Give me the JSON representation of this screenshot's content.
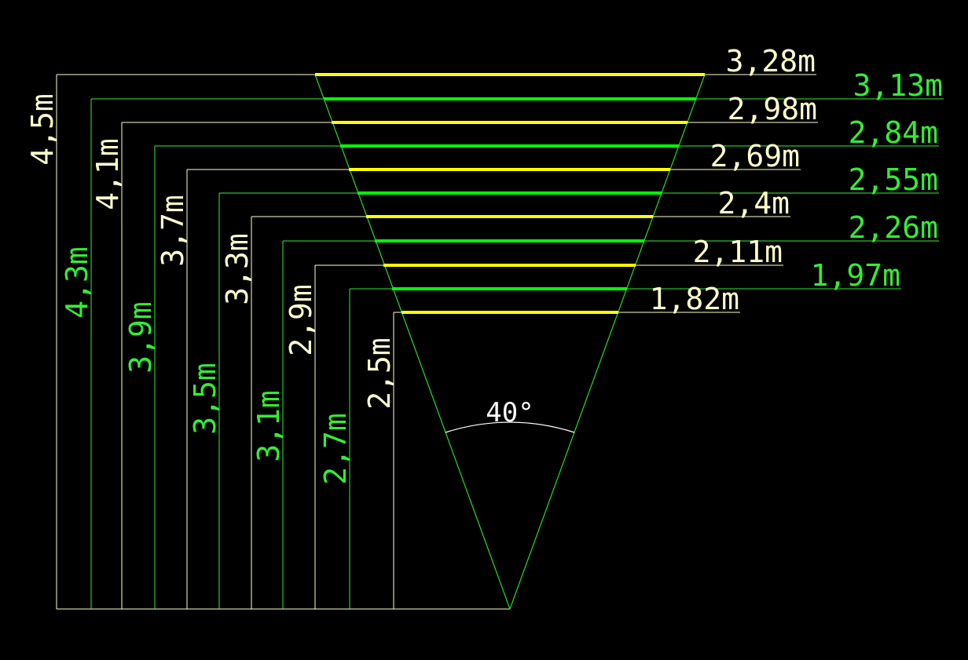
{
  "colors": {
    "background": "#000000",
    "yellow": "#ffff00",
    "green": "#00ff00",
    "light_yellow": "#ffffcc",
    "light_green": "#33ee33",
    "cone": "#22dd22",
    "white": "#ffffff"
  },
  "angle_label": "40°",
  "levels": [
    {
      "height": "4,5m",
      "width": "3,28m",
      "color": "yellow"
    },
    {
      "height": "4,3m",
      "width": "3,13m",
      "color": "green"
    },
    {
      "height": "4,1m",
      "width": "2,98m",
      "color": "yellow"
    },
    {
      "height": "3,9m",
      "width": "2,84m",
      "color": "green"
    },
    {
      "height": "3,7m",
      "width": "2,69m",
      "color": "yellow"
    },
    {
      "height": "3,5m",
      "width": "2,55m",
      "color": "green"
    },
    {
      "height": "3,3m",
      "width": "2,4m",
      "color": "yellow"
    },
    {
      "height": "3,1m",
      "width": "2,26m",
      "color": "green"
    },
    {
      "height": "2,9m",
      "width": "2,11m",
      "color": "yellow"
    },
    {
      "height": "2,7m",
      "width": "1,97m",
      "color": "green"
    },
    {
      "height": "2,5m",
      "width": "1,82m",
      "color": "yellow"
    }
  ]
}
